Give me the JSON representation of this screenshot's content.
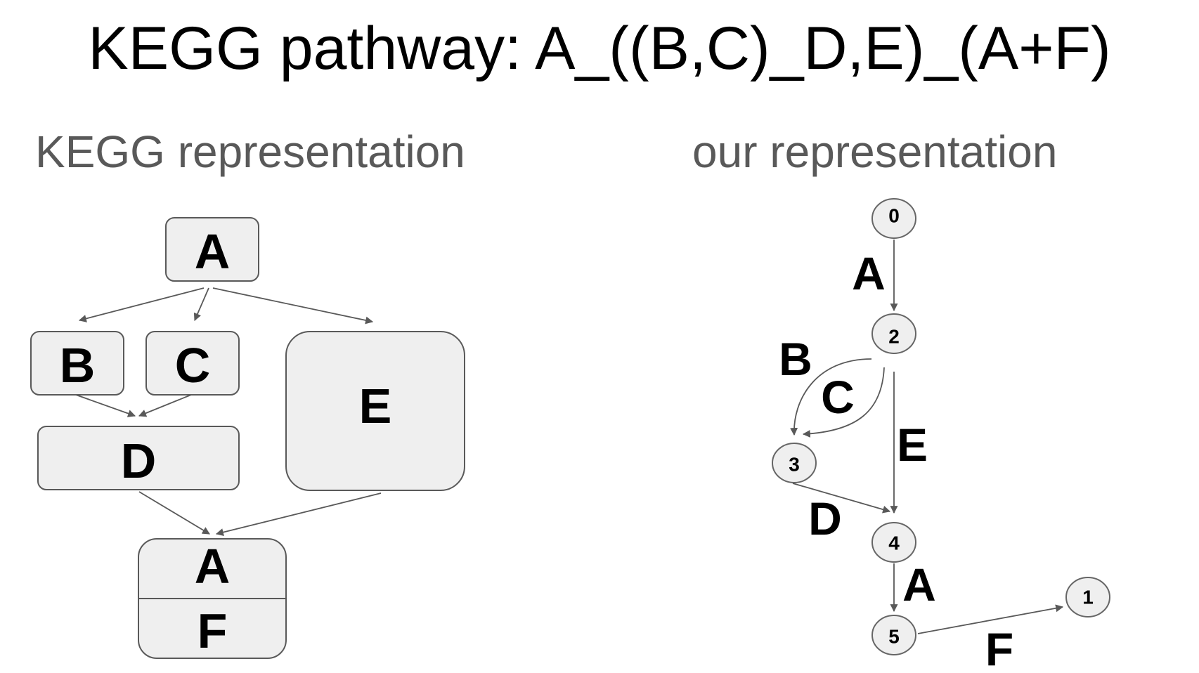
{
  "title": "KEGG pathway: A_((B,C)_D,E)_(A+F)",
  "left_panel": {
    "heading": "KEGG representation",
    "boxes": {
      "a_top": "A",
      "b": "B",
      "c": "C",
      "d": "D",
      "e": "E",
      "a_bottom": "A",
      "f": "F"
    }
  },
  "right_panel": {
    "heading": "our representation",
    "nodes": {
      "n0": "0",
      "n2": "2",
      "n3": "3",
      "n4": "4",
      "n5": "5",
      "n1": "1"
    },
    "edge_labels": {
      "e_0_2": "A",
      "e_2_3_b": "B",
      "e_2_3_c": "C",
      "e_2_4": "E",
      "e_3_4": "D",
      "e_4_5": "A",
      "e_5_1": "F"
    }
  },
  "colors": {
    "box_fill": "#efefef",
    "stroke": "#595959",
    "heading": "#595959",
    "text": "#000000"
  }
}
